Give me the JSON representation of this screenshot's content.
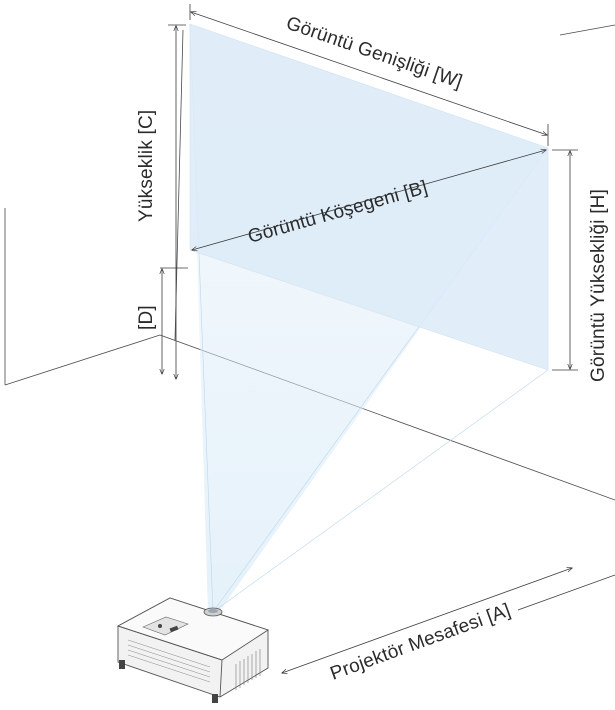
{
  "labels": {
    "image_width": "Görüntü Genişliği [W]",
    "image_diagonal": "Görüntü Köşegeni [B]",
    "image_height": "Görüntü Yüksekliği [H]",
    "height_c": "Yükseklik [C]",
    "height_d": "[D]",
    "projector_distance": "Projektör Mesafesi [A]"
  },
  "colors": {
    "screen_fill": "#dcebf8",
    "beam_fill": "#e6f1fa",
    "line": "#4a4a4a",
    "text": "#2b2b2b"
  },
  "icons": {
    "arrowheads": "dimension-arrow-icon"
  }
}
